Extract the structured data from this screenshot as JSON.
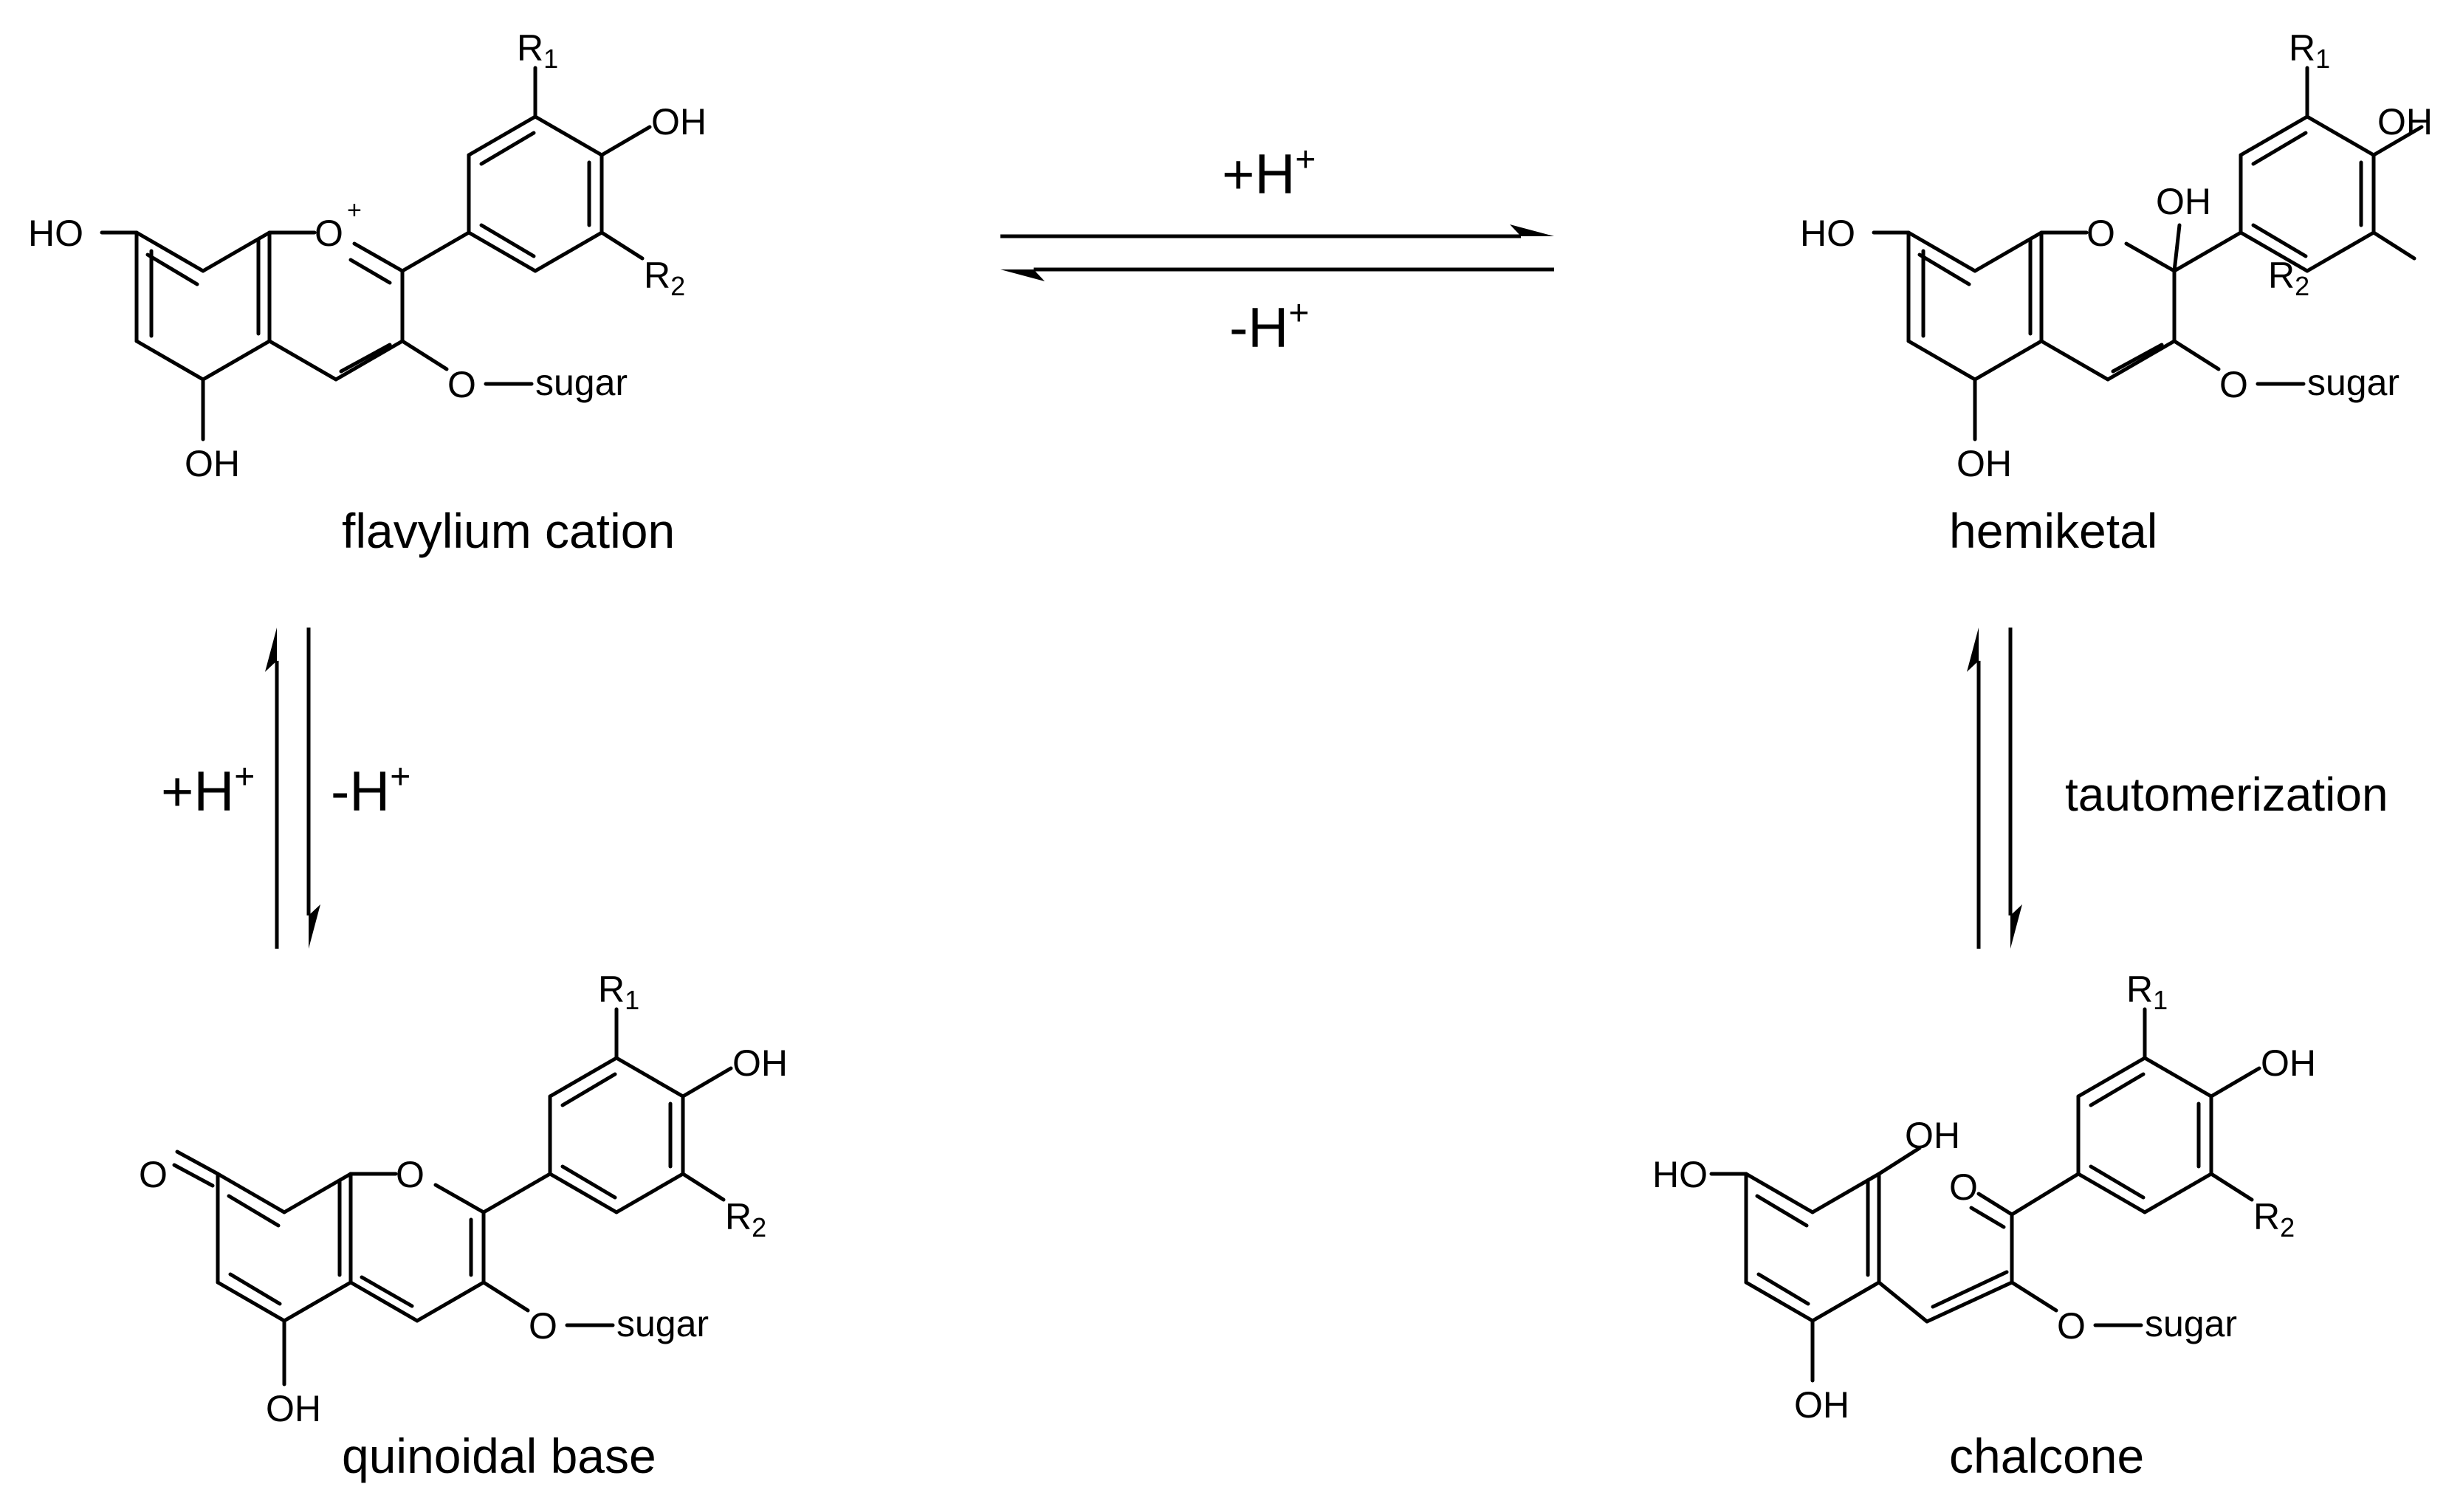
{
  "atoms": {
    "oh": "OH",
    "ho": "HO",
    "o": "O",
    "r": "R",
    "r1_sub": "1",
    "r2_sub": "2",
    "sugar": "sugar",
    "plus": "+"
  },
  "compounds": {
    "flavylium": "flavylium cation",
    "hemiketal": "hemiketal",
    "quinoidal": "quinoidal base",
    "chalcone": "chalcone"
  },
  "conditions": {
    "h_plus": "+H",
    "h_minus": "-H",
    "charge": "+",
    "tautomerization": "tautomerization"
  }
}
